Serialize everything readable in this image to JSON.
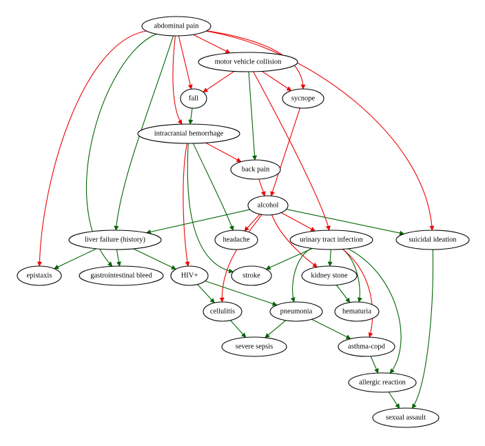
{
  "colors": {
    "red": "#ee0000",
    "green": "#006400"
  },
  "nodes": [
    {
      "id": "abdominal_pain",
      "label": "abdominal pain"
    },
    {
      "id": "mvc",
      "label": "motor vehicle collision"
    },
    {
      "id": "fall",
      "label": "fall"
    },
    {
      "id": "sycnope",
      "label": "sycnope"
    },
    {
      "id": "ich",
      "label": "intracranial hemorrhage"
    },
    {
      "id": "back_pain",
      "label": "back pain"
    },
    {
      "id": "alcohol",
      "label": "alcohol"
    },
    {
      "id": "liver_failure",
      "label": "liver failure (history)"
    },
    {
      "id": "headache",
      "label": "headache"
    },
    {
      "id": "uti",
      "label": "urinary tract infection"
    },
    {
      "id": "suicidal",
      "label": "suicidal ideation"
    },
    {
      "id": "epistaxis",
      "label": "epistaxis"
    },
    {
      "id": "gi_bleed",
      "label": "gastrointestinal bleed"
    },
    {
      "id": "hiv",
      "label": "HIV+"
    },
    {
      "id": "stroke",
      "label": "stroke"
    },
    {
      "id": "kidney_stone",
      "label": "kidney stone"
    },
    {
      "id": "cellulitis",
      "label": "cellulitis"
    },
    {
      "id": "pneumonia",
      "label": "pneumonia"
    },
    {
      "id": "hematuria",
      "label": "hematuria"
    },
    {
      "id": "severe_sepsis",
      "label": "severe sepsis"
    },
    {
      "id": "asthma",
      "label": "asthma-copd"
    },
    {
      "id": "allergic",
      "label": "allergic reaction"
    },
    {
      "id": "sexual_assault",
      "label": "sexual assault"
    }
  ],
  "edges": [
    {
      "from": "abdominal_pain",
      "to": "mvc",
      "color": "red"
    },
    {
      "from": "abdominal_pain",
      "to": "fall",
      "color": "red"
    },
    {
      "from": "abdominal_pain",
      "to": "sycnope",
      "color": "red"
    },
    {
      "from": "abdominal_pain",
      "to": "ich",
      "color": "red"
    },
    {
      "from": "abdominal_pain",
      "to": "epistaxis",
      "color": "red"
    },
    {
      "from": "abdominal_pain",
      "to": "gi_bleed",
      "color": "green"
    },
    {
      "from": "abdominal_pain",
      "to": "liver_failure",
      "color": "green"
    },
    {
      "from": "abdominal_pain",
      "to": "suicidal",
      "color": "red"
    },
    {
      "from": "mvc",
      "to": "fall",
      "color": "red"
    },
    {
      "from": "mvc",
      "to": "sycnope",
      "color": "red"
    },
    {
      "from": "mvc",
      "to": "back_pain",
      "color": "green"
    },
    {
      "from": "mvc",
      "to": "uti",
      "color": "red"
    },
    {
      "from": "fall",
      "to": "ich",
      "color": "green"
    },
    {
      "from": "sycnope",
      "to": "alcohol",
      "color": "red"
    },
    {
      "from": "ich",
      "to": "back_pain",
      "color": "red"
    },
    {
      "from": "ich",
      "to": "hiv",
      "color": "red"
    },
    {
      "from": "ich",
      "to": "headache",
      "color": "green"
    },
    {
      "from": "ich",
      "to": "stroke",
      "color": "green"
    },
    {
      "from": "back_pain",
      "to": "alcohol",
      "color": "red"
    },
    {
      "from": "alcohol",
      "to": "liver_failure",
      "color": "green"
    },
    {
      "from": "alcohol",
      "to": "headache",
      "color": "red"
    },
    {
      "from": "alcohol",
      "to": "uti",
      "color": "red"
    },
    {
      "from": "alcohol",
      "to": "suicidal",
      "color": "green"
    },
    {
      "from": "alcohol",
      "to": "cellulitis",
      "color": "red"
    },
    {
      "from": "alcohol",
      "to": "kidney_stone",
      "color": "red"
    },
    {
      "from": "liver_failure",
      "to": "epistaxis",
      "color": "green"
    },
    {
      "from": "liver_failure",
      "to": "gi_bleed",
      "color": "green"
    },
    {
      "from": "liver_failure",
      "to": "hiv",
      "color": "green"
    },
    {
      "from": "uti",
      "to": "stroke",
      "color": "green"
    },
    {
      "from": "uti",
      "to": "kidney_stone",
      "color": "green"
    },
    {
      "from": "uti",
      "to": "pneumonia",
      "color": "green"
    },
    {
      "from": "uti",
      "to": "hematuria",
      "color": "green"
    },
    {
      "from": "uti",
      "to": "asthma",
      "color": "red"
    },
    {
      "from": "uti",
      "to": "allergic",
      "color": "green"
    },
    {
      "from": "suicidal",
      "to": "sexual_assault",
      "color": "green"
    },
    {
      "from": "hiv",
      "to": "cellulitis",
      "color": "green"
    },
    {
      "from": "hiv",
      "to": "pneumonia",
      "color": "green"
    },
    {
      "from": "kidney_stone",
      "to": "hematuria",
      "color": "green"
    },
    {
      "from": "cellulitis",
      "to": "severe_sepsis",
      "color": "green"
    },
    {
      "from": "pneumonia",
      "to": "severe_sepsis",
      "color": "green"
    },
    {
      "from": "pneumonia",
      "to": "asthma",
      "color": "green"
    },
    {
      "from": "asthma",
      "to": "allergic",
      "color": "green"
    },
    {
      "from": "allergic",
      "to": "sexual_assault",
      "color": "green"
    }
  ]
}
